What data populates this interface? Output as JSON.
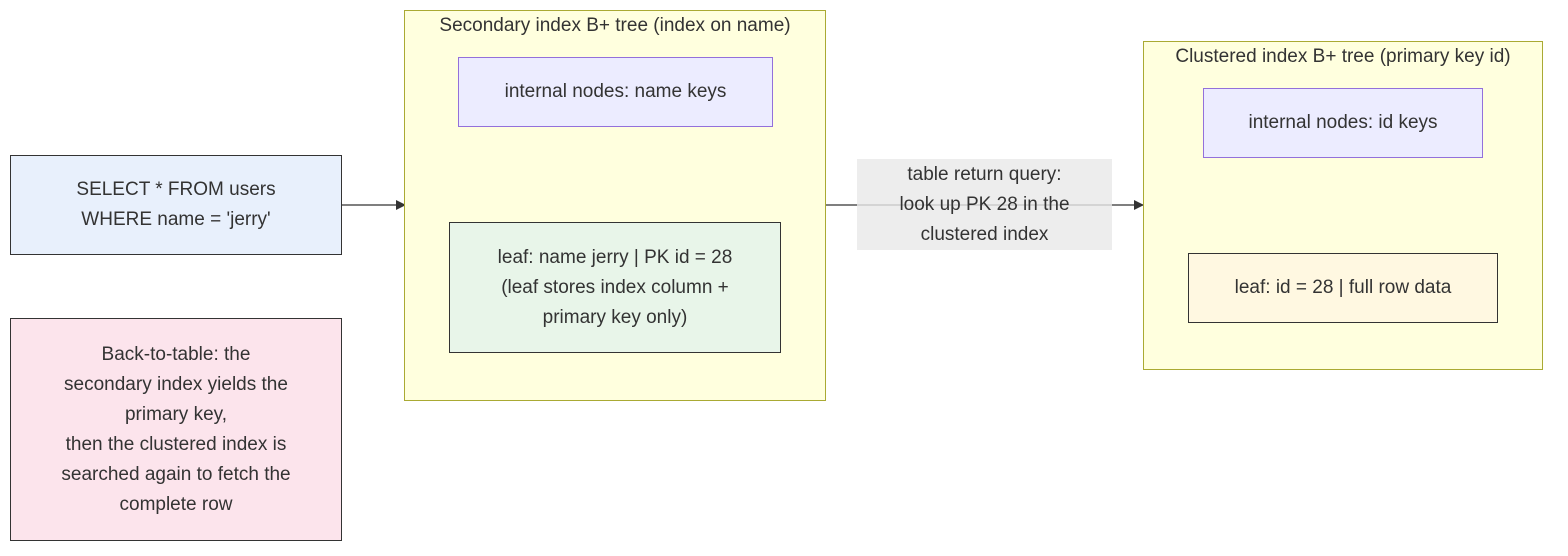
{
  "query_box": {
    "text": "SELECT * FROM users\nWHERE name = 'jerry'",
    "fill": "#e8f0fc",
    "stroke": "#333333"
  },
  "note_box": {
    "text": "Back-to-table: the\nsecondary index yields the\nprimary key,\nthen the clustered index is\nsearched again to fetch the\ncomplete row",
    "fill": "#fce4ec",
    "stroke": "#333333"
  },
  "secondary_index": {
    "title": "Secondary index B+ tree (index on name)",
    "internal_node": "internal nodes: name keys",
    "leaf_node": "leaf: name jerry | PK id = 28\n(leaf stores index column +\nprimary key only)"
  },
  "clustered_index": {
    "title": "Clustered index B+ tree (primary key id)",
    "internal_node": "internal nodes: id keys",
    "leaf_node": "leaf: id = 28 | full row data"
  },
  "edge_label": {
    "text": "table return query:\nlook up PK 28 in the\nclustered index"
  },
  "colors": {
    "group_fill": "#ffffde",
    "group_stroke": "#aaaa33",
    "internal_fill": "#ececff",
    "internal_stroke": "#9370db",
    "secondary_leaf_fill": "#e8f5e9",
    "clustered_leaf_fill": "#fff8e1",
    "edge": "#333333"
  }
}
